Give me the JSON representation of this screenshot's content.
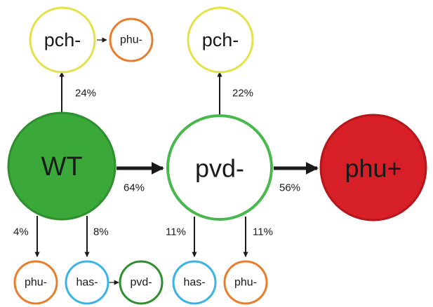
{
  "colors": {
    "green_fill": "#3aa93a",
    "green_stroke": "#2f8f2f",
    "light_green": "#47b84b",
    "yellow": "#e3e24a",
    "orange": "#ea7d2c",
    "blue": "#3ab4e6",
    "red_fill": "#d61f26",
    "red_stroke": "#b5151b",
    "arrow": "#1a1a1a",
    "text": "#1a1a1a"
  },
  "nodes": {
    "wt": {
      "label": "WT"
    },
    "pvd_main": {
      "label": "pvd-"
    },
    "phu_plus": {
      "label": "phu+"
    },
    "pch_wt": {
      "label": "pch-"
    },
    "phu_from_pch": {
      "label": "phu-"
    },
    "pch_pvd": {
      "label": "pch-"
    },
    "phu_wt": {
      "label": "phu-"
    },
    "has_wt": {
      "label": "has-"
    },
    "pvd_from_has": {
      "label": "pvd-"
    },
    "has_pvd": {
      "label": "has-"
    },
    "phu_pvd": {
      "label": "phu-"
    }
  },
  "edges": {
    "wt_to_pch": {
      "percent": "24%"
    },
    "pvd_to_pch": {
      "percent": "22%"
    },
    "wt_to_pvd": {
      "percent": "64%"
    },
    "pvd_to_phu_plus": {
      "percent": "56%"
    },
    "wt_to_phu": {
      "percent": "4%"
    },
    "wt_to_has": {
      "percent": "8%"
    },
    "pvd_to_has": {
      "percent": "11%"
    },
    "pvd_to_phu": {
      "percent": "11%"
    }
  }
}
